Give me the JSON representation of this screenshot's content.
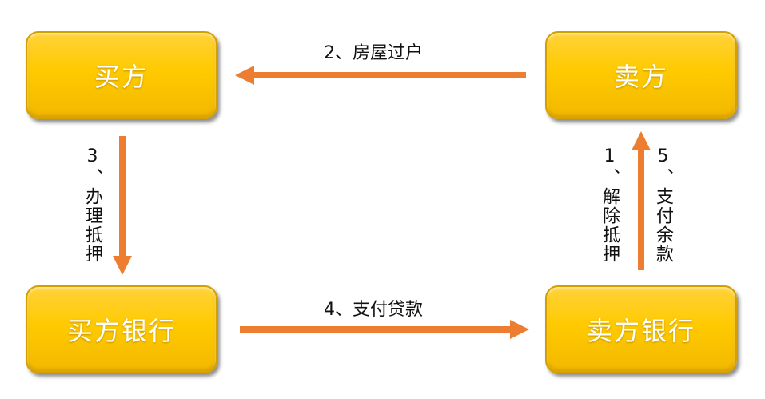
{
  "nodes": {
    "buyer": "买方",
    "seller": "卖方",
    "buyer_bank": "买方银行",
    "seller_bank": "卖方银行"
  },
  "steps": {
    "step2": "2、房屋过户",
    "step4": "4、支付贷款",
    "step3": "3、办理抵押",
    "step1": "1、解除抵押",
    "step5": "5、支付余款"
  },
  "colors": {
    "node_fill": "#ffca00",
    "arrow": "#ed7d31"
  }
}
